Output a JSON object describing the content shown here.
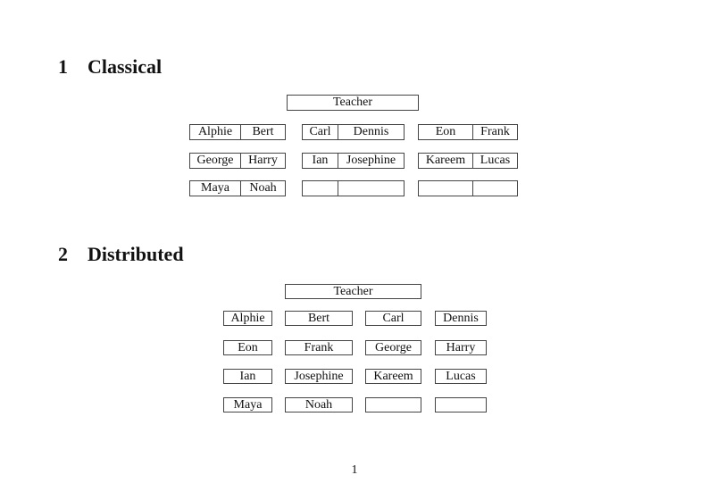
{
  "document": {
    "page_number": "1"
  },
  "colors": {
    "background": "#ffffff",
    "text": "#111111",
    "box_border": "#444444"
  },
  "sections": [
    {
      "number": "1",
      "title": "Classical",
      "teacher_label": "Teacher",
      "rows": [
        [
          [
            "Alphie",
            "Bert"
          ],
          [
            "Carl",
            "Dennis"
          ],
          [
            "Eon",
            "Frank"
          ]
        ],
        [
          [
            "George",
            "Harry"
          ],
          [
            "Ian",
            "Josephine"
          ],
          [
            "Kareem",
            "Lucas"
          ]
        ],
        [
          [
            "Maya",
            "Noah"
          ],
          [
            "",
            ""
          ],
          [
            "",
            ""
          ]
        ]
      ]
    },
    {
      "number": "2",
      "title": "Distributed",
      "teacher_label": "Teacher",
      "rows": [
        [
          "Alphie",
          "Bert",
          "Carl",
          "Dennis"
        ],
        [
          "Eon",
          "Frank",
          "George",
          "Harry"
        ],
        [
          "Ian",
          "Josephine",
          "Kareem",
          "Lucas"
        ],
        [
          "Maya",
          "Noah",
          "",
          ""
        ]
      ]
    }
  ]
}
